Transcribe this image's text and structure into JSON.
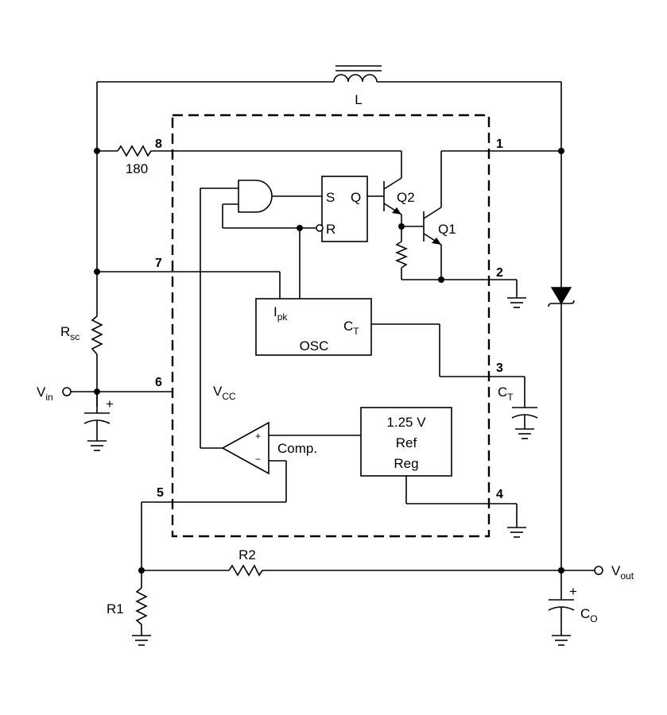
{
  "pins": {
    "p1": "1",
    "p2": "2",
    "p3": "3",
    "p4": "4",
    "p5": "5",
    "p6": "6",
    "p7": "7",
    "p8": "8"
  },
  "labels": {
    "inductor": "L",
    "r8": "180",
    "rsc": "R",
    "rsc_sub": "sc",
    "vin": "V",
    "vin_sub": "in",
    "vcc": "V",
    "vcc_sub": "CC",
    "flipflop_s": "S",
    "flipflop_q": "Q",
    "flipflop_r": "R",
    "q2": "Q2",
    "q1": "Q1",
    "ipk": "I",
    "ipk_sub": "pk",
    "osc": "OSC",
    "ct_int": "C",
    "ct_int_sub": "T",
    "ct_ext": "C",
    "ct_ext_sub": "T",
    "ref_line1": "1.25 V",
    "ref_line2": "Ref",
    "ref_line3": "Reg",
    "comp": "Comp.",
    "comp_plus": "+",
    "comp_minus": "−",
    "r1": "R1",
    "r2": "R2",
    "vout": "V",
    "vout_sub": "out",
    "co": "C",
    "co_sub": "O",
    "cap_in_plus": "+",
    "cap_out_plus": "+"
  }
}
